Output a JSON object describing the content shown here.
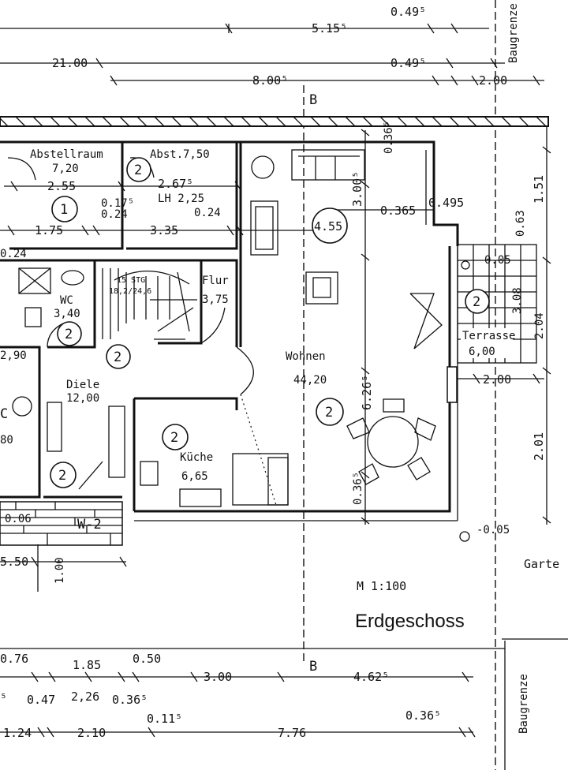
{
  "drawing": {
    "title": "Erdgeschoss",
    "scale": "M 1:100",
    "section_marker": "B",
    "boundary_label": "Baugrenze",
    "garden_label": "Garte",
    "wall_label": "W-2"
  },
  "dimensions": {
    "top": {
      "d1": "5.15⁵",
      "d2": "0.49⁵",
      "d3": "21.00",
      "d4": "0.49⁵",
      "d5": "8.00⁵",
      "d6": "2.00"
    },
    "inner": {
      "d_255": "2.55",
      "d_267": "2.67⁵",
      "d_lh": "LH 2,25",
      "d_017": "0.17⁵",
      "d_024a": "0.24",
      "d_024b": "0.24",
      "d_175": "1.75",
      "d_335": "3.35",
      "d_024c": "0.24",
      "d_300": "3.00⁵",
      "d_0365": "0.365",
      "d_0495": "0.495",
      "d_036top": "0.36⁵",
      "d_455": "4.55",
      "d_626": "6.26⁵",
      "d_036bot": "0.36⁵",
      "d_005a": "0.05",
      "d_005b": "-0.05",
      "d_151": "1.51",
      "d_063": "0.63",
      "d_308": "3.08",
      "d_204": "2.04",
      "d_200": "2.00",
      "d_201": "2.01",
      "d_550": "5.50",
      "d_100": "1.00",
      "d_006": "0.06"
    },
    "bottom": {
      "b1": "0.76",
      "b2": "1.85",
      "b3": "0.50",
      "b4": "3.00",
      "b5": "4.62⁵",
      "b6": "⁵",
      "b7": "0.47",
      "b8": "2,26",
      "b9": "0.36⁵",
      "b10": "0.11⁵",
      "b11": "0.36⁵",
      "b12": "1.24",
      "b13": "2.10",
      "b14": "7.76"
    }
  },
  "rooms": {
    "abstellraum": {
      "name": "Abstellraum",
      "area": "7,20",
      "tag": "1"
    },
    "abst": {
      "name": "Abst.",
      "area": "7,50",
      "tag": "2"
    },
    "wc": {
      "name": "WC",
      "area": "3,40",
      "tag": "2"
    },
    "stair": {
      "text1": "15 STG",
      "text2": "18,2/24,6"
    },
    "flur": {
      "name": "Flur",
      "area": "3,75"
    },
    "diele": {
      "name": "Diele",
      "area": "12,00",
      "tag": "2"
    },
    "bath_left": {
      "area_a": "2,90",
      "area_b": "80"
    },
    "kueche": {
      "name": "Küche",
      "area": "6,65",
      "tag": "2"
    },
    "wohnen": {
      "name": "Wohnen",
      "area": "44,20",
      "tag": "2"
    },
    "terrasse": {
      "name": "Terrasse",
      "area": "6,00",
      "tag": "2"
    },
    "hall_tag": "2",
    "c_tag": "C",
    "entry_tag": "2"
  }
}
